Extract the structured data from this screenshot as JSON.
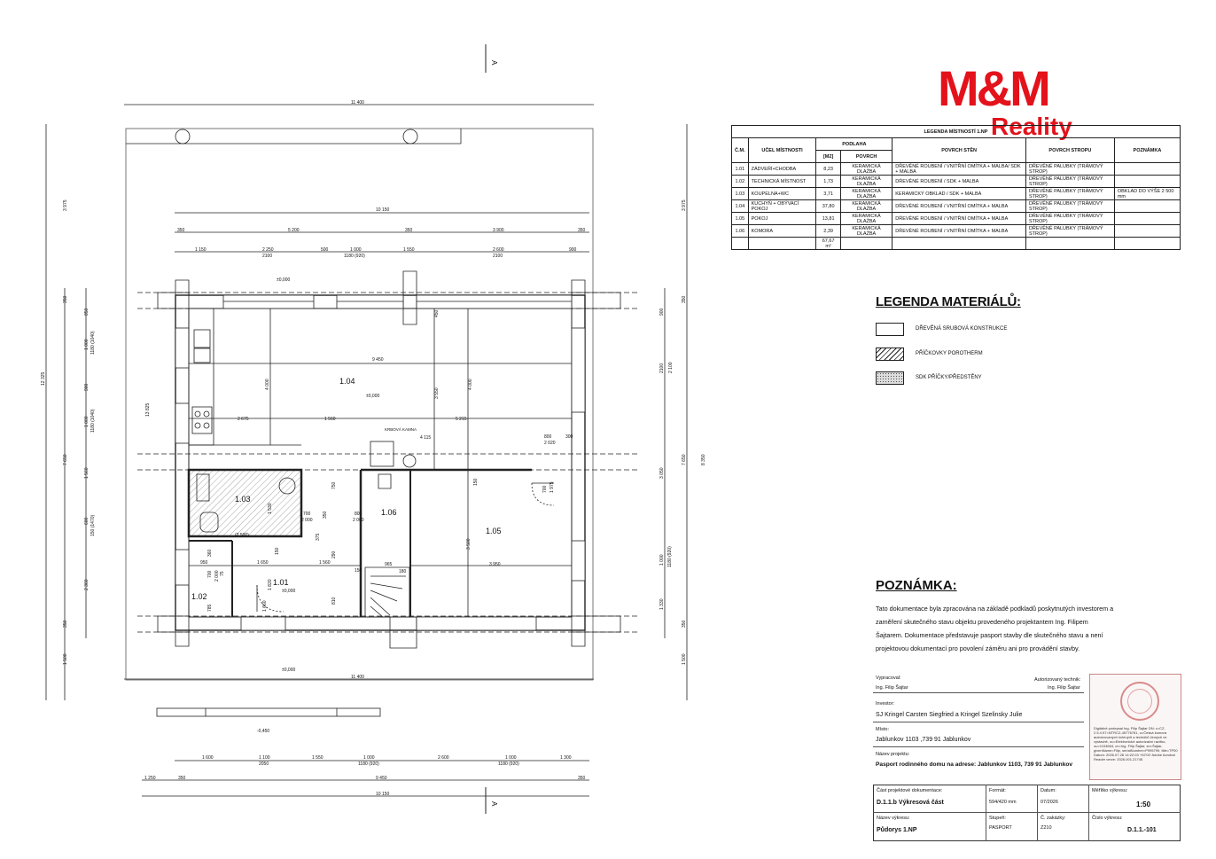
{
  "logo": {
    "brand": "M&M",
    "sub": "Reality"
  },
  "rooms_table": {
    "title": "LEGENDA MÍSTNOSTÍ 1.NP",
    "headers": {
      "cm": "Č.M.",
      "use": "UČEL MÍSTNOSTI",
      "floor": "PODLAHA",
      "m2": "[M2]",
      "surface": "POVRCH",
      "walls": "POVRCH STĚN",
      "ceiling": "POVRCH STROPU",
      "note": "POZNÁMKA"
    },
    "rows": [
      {
        "cm": "1.01",
        "use": "ZÁDVEŘÍ+CHODBA",
        "m2": "8,23",
        "surface": "KERAMICKÁ DLAŽBA",
        "walls": "DŘEVĚNÉ ROUBENÍ / VNITŘNÍ OMÍTKA + MALBA/ SDK + MALBA",
        "ceiling": "DŘEVĚNÉ PALUBKY (TRÁMOVÝ STROP)",
        "note": ""
      },
      {
        "cm": "1.02",
        "use": "TECHNICKÁ MÍSTNOST",
        "m2": "1,73",
        "surface": "KERAMICKÁ DLAŽBA",
        "walls": "DŘEVĚNÉ ROUBENÍ / SDK + MALBA",
        "ceiling": "DŘEVĚNÉ PALUBKY (TRÁMOVÝ STROP)",
        "note": ""
      },
      {
        "cm": "1.03",
        "use": "KOUPELNA+WC",
        "m2": "3,71",
        "surface": "KERAMICKÁ DLAŽBA",
        "walls": "KERAMICKÝ OBKLAD / SDK + MALBA",
        "ceiling": "DŘEVĚNÉ PALUBKY (TRÁMOVÝ STROP)",
        "note": "OBKLAD DO VÝŠE 2 500 mm"
      },
      {
        "cm": "1.04",
        "use": "KUCHYŇ + OBÝVACÍ POKOJ",
        "m2": "37,80",
        "surface": "KERAMICKÁ DLAŽBA",
        "walls": "DŘEVĚNÉ ROUBENÍ / VNITŘNÍ OMÍTKA + MALBA",
        "ceiling": "DŘEVĚNÉ PALUBKY (TRÁMOVÝ STROP)",
        "note": ""
      },
      {
        "cm": "1.05",
        "use": "POKOJ",
        "m2": "13,81",
        "surface": "KERAMICKÁ DLAŽBA",
        "walls": "DŘEVĚNÉ ROUBENÍ / VNITŘNÍ OMÍTKA + MALBA",
        "ceiling": "DŘEVĚNÉ PALUBKY (TRÁMOVÝ STROP)",
        "note": ""
      },
      {
        "cm": "1.06",
        "use": "KOMORA",
        "m2": "2,39",
        "surface": "KERAMICKÁ DLAŽBA",
        "walls": "DŘEVĚNÉ ROUBENÍ / VNITŘNÍ OMÍTKA + MALBA",
        "ceiling": "DŘEVĚNÉ PALUBKY (TRÁMOVÝ STROP)",
        "note": ""
      }
    ],
    "total": "67,67 m²"
  },
  "materials": {
    "title": "LEGENDA MATERIÁLŮ:",
    "items": [
      {
        "label": "DŘEVĚNÁ SRUBOVÁ KONSTRUKCE"
      },
      {
        "label": "PŘÍČKOVKY POROTHERM"
      },
      {
        "label": "SDK PŘÍČKY/PŘEDSTĚNY"
      }
    ]
  },
  "note": {
    "title": "POZNÁMKA:",
    "text": "Tato dokumentace byla zpracována na základě podkladů poskytnutých investorem a zaměření skutečného stavu objektu provedeného projektantem Ing. Filipem Šajtarem. Dokumentace představuje pasport stavby dle skutečného stavu a není projektovou dokumentací pro povolení záměru ani pro provádění stavby."
  },
  "title_block": {
    "prepared_label": "Vypracoval:",
    "prepared_name": "Ing. Filip Šajtar",
    "auth_label": "Autorizovaný technik:",
    "auth_name": "Ing. Filip Šajtar",
    "investor_label": "Investor:",
    "investor": "SJ Kringel Carsten Siegfried a Kringel Szelinsky Julie",
    "place_label": "Místo:",
    "place": "Jablunkov 1103 ,739 91 Jablunkov",
    "project_label": "Název projektu:",
    "project": "Pasport rodinného domu na adrese: Jablunkov 1103, 739 91 Jablunkov",
    "part_label": "Část projektové dokumentace:",
    "part": "D.1.1.b Výkresová část",
    "format_label": "Formát:",
    "format": "594/420 mm",
    "date_label": "Datum:",
    "date": "07/2026",
    "scale_label": "Měřítko výkresu:",
    "scale": "1:50",
    "drawing_label": "Název výkresu:",
    "drawing": "Půdorys 1.NP",
    "stage_label": "Stupeň:",
    "stage": "PASPORT",
    "order_label": "Č. zakázky:",
    "order": "Z210",
    "number_label": "Číslo výkresu:",
    "number": "D.1.1.-101",
    "signature": "Digitálně podepsal Ing. Filip Šajtar DN: c=CZ, 2.5.4.97=NTRCZ-45776761, o=Česká komora autorizovaných inženýrů a techniků činných ve výstavbě, ou=Elektronické autorizační razítko, ou=1104664, cn=Ing. Filip Šajtar, sn=Šajtar, givenName=Filip, serialNumber=P995799, title=TP00 Datum: 2026.07.28 14:22:03 +02'00' Adobe Acrobat Reader verze: 2026.001.21745"
  },
  "plan": {
    "rooms": [
      {
        "id": "1.01",
        "label": "1.01"
      },
      {
        "id": "1.02",
        "label": "1.02"
      },
      {
        "id": "1.03",
        "label": "1.03"
      },
      {
        "id": "1.04",
        "label": "1.04"
      },
      {
        "id": "1.05",
        "label": "1.05"
      },
      {
        "id": "1.06",
        "label": "1.06"
      }
    ],
    "levels": [
      "±0,000",
      "±0,000",
      "±0,000",
      "±0,000",
      "-0,450"
    ],
    "section_marks": [
      "A",
      "A"
    ],
    "fireplace": "KRBOVÁ KAMNA",
    "dims_top": [
      "11 400",
      "10 150",
      "350",
      "5 200",
      "350",
      "3 900",
      "350",
      "1 150",
      "2 250",
      "500",
      "1 000",
      "1180 (920)",
      "1 550",
      "2 600",
      "900",
      "2100",
      "2100"
    ],
    "dims_bottom": [
      "11 400",
      "1 600",
      "1 100",
      "2050",
      "1 550",
      "1 000",
      "1180 (920)",
      "2 600",
      "1 000",
      "1180 (920)",
      "1 300",
      "1 250",
      "350",
      "9 450",
      "350",
      "10 150"
    ],
    "dims_left": [
      "3 975",
      "350",
      "850",
      "1 000",
      "1180 (1040)",
      "900",
      "1 000",
      "1180 (1040)",
      "1 560",
      "600",
      "150 (1470)",
      "2 360",
      "350",
      "1 500",
      "12 325",
      "7 650",
      "13 825"
    ],
    "dims_right": [
      "3 975",
      "350",
      "900",
      "2100",
      "2 100",
      "1 000",
      "1180 (920)",
      "1 330",
      "350",
      "1 500",
      "7 650",
      "3 050",
      "8 350"
    ],
    "dims_inner": [
      "9 450",
      "4 000",
      "3 550",
      "4 000",
      "2 675",
      "1 560",
      "5 215",
      "4 115",
      "800",
      "2 020",
      "300",
      "3 950",
      "3 500",
      "1 650",
      "1 560",
      "150",
      "965",
      "(2 500)",
      "950",
      "450",
      "700",
      "2 000",
      "1 530",
      "150",
      "375",
      "350",
      "750",
      "1 820",
      "1 660",
      "810",
      "290",
      "150",
      "180",
      "700",
      "1 975",
      "360",
      "700",
      "2 000",
      "785",
      "75",
      "800",
      "2 000"
    ]
  }
}
